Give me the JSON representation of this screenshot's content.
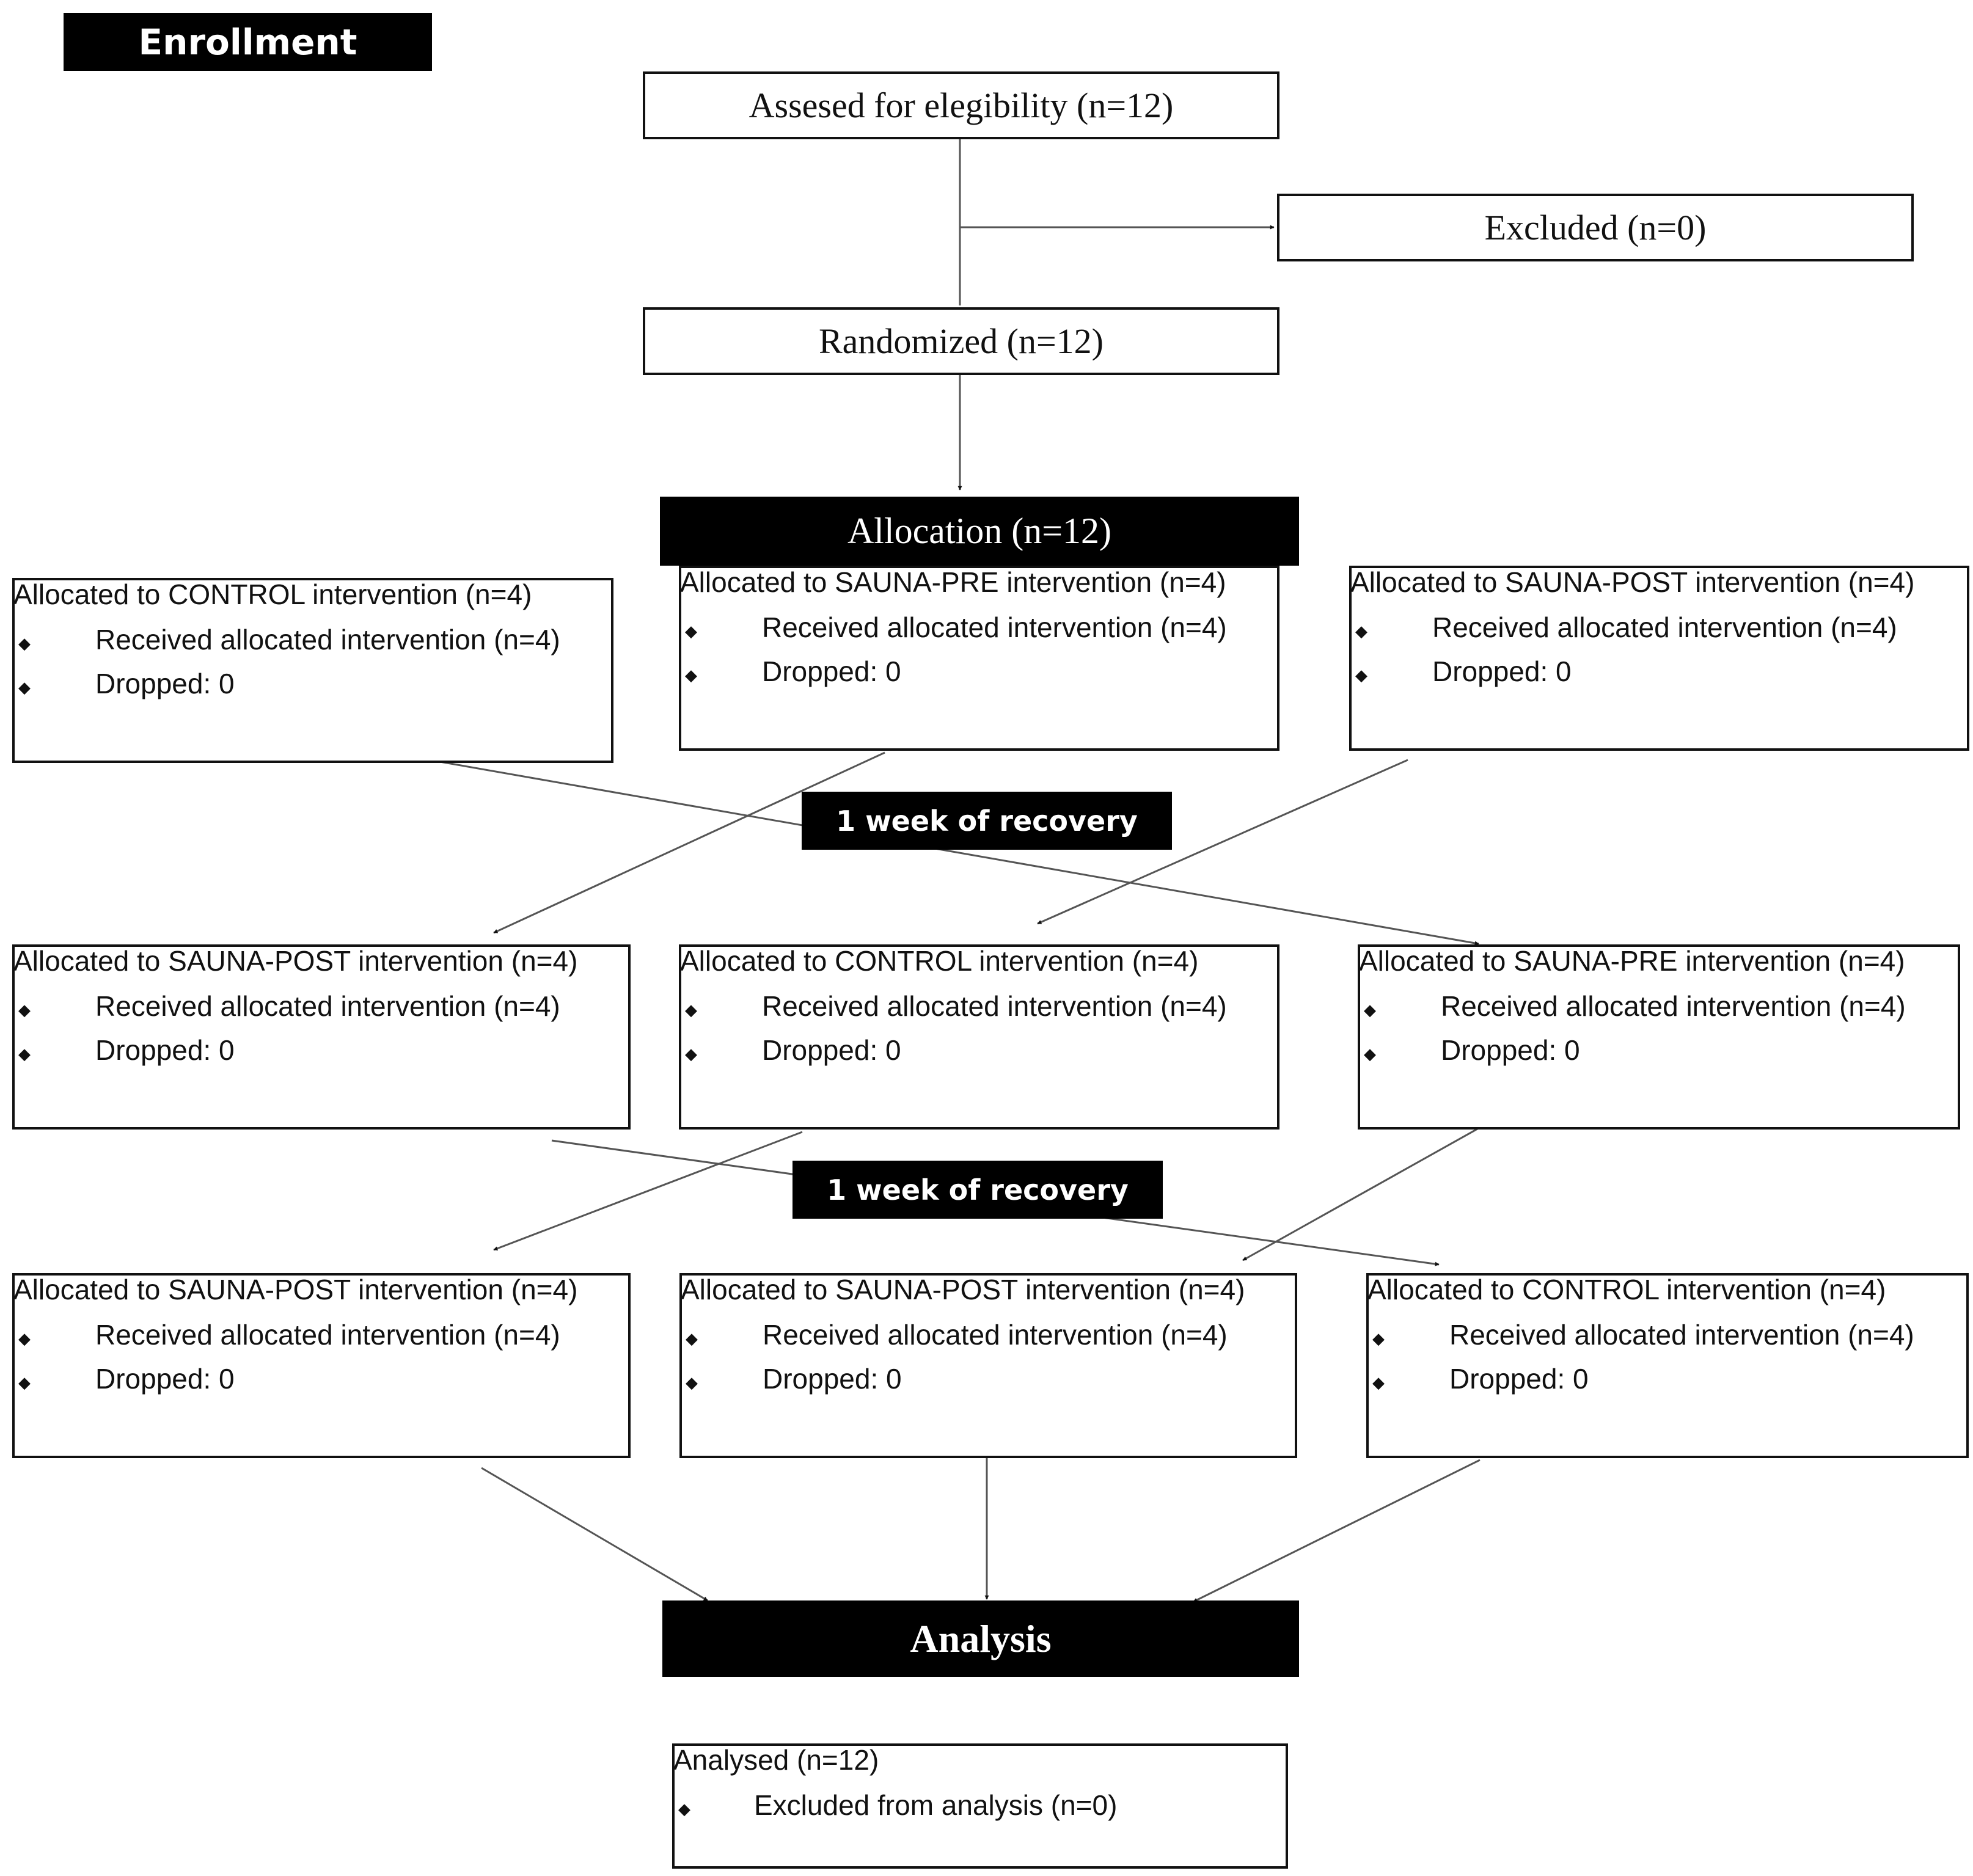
{
  "enrollment": {
    "header": "Enrollment",
    "assessed": "Assesed for elegibility (n=12)",
    "excluded": "Excluded (n=0)",
    "randomized": "Randomized (n=12)"
  },
  "allocation": {
    "header": "Allocation (n=12)",
    "recovery_label_1": "1 week of recovery",
    "recovery_label_2": "1 week of recovery",
    "rows": [
      [
        {
          "title": "Allocated to CONTROL intervention (n=4)",
          "items": [
            "Received allocated intervention (n=4)",
            "Dropped: 0"
          ]
        },
        {
          "title": "Allocated to SAUNA-PRE intervention (n=4)",
          "items": [
            "Received allocated intervention (n=4)",
            "Dropped: 0"
          ]
        },
        {
          "title": "Allocated to SAUNA-POST intervention (n=4)",
          "items": [
            "Received allocated intervention (n=4)",
            "Dropped: 0"
          ]
        }
      ],
      [
        {
          "title": "Allocated to SAUNA-POST intervention (n=4)",
          "items": [
            "Received allocated intervention (n=4)",
            "Dropped: 0"
          ]
        },
        {
          "title": "Allocated to CONTROL intervention (n=4)",
          "items": [
            "Received allocated intervention (n=4)",
            "Dropped: 0"
          ]
        },
        {
          "title": "Allocated to SAUNA-PRE intervention (n=4)",
          "items": [
            "Received allocated intervention (n=4)",
            "Dropped: 0"
          ]
        }
      ],
      [
        {
          "title": "Allocated to SAUNA-POST intervention (n=4)",
          "items": [
            "Received allocated intervention (n=4)",
            "Dropped: 0"
          ]
        },
        {
          "title": "Allocated to SAUNA-POST intervention (n=4)",
          "items": [
            "Received allocated intervention (n=4)",
            "Dropped: 0"
          ]
        },
        {
          "title": "Allocated to CONTROL intervention (n=4)",
          "items": [
            "Received allocated intervention (n=4)",
            "Dropped: 0"
          ]
        }
      ]
    ]
  },
  "analysis": {
    "header": "Analysis",
    "box": {
      "title": "Analysed (n=12)",
      "items": [
        "Excluded from analysis (n=0)"
      ]
    }
  },
  "colors": {
    "line": "#555555",
    "bar_background": "#000000",
    "bar_text": "#ffffff"
  }
}
